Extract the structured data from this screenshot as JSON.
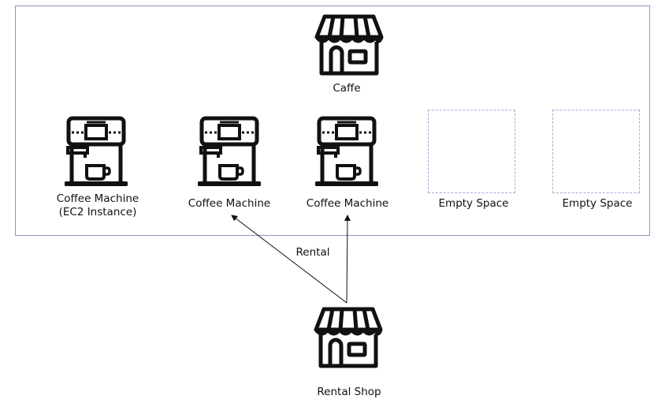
{
  "cafe": {
    "label": "Caffe"
  },
  "machines": [
    {
      "line1": "Coffee Machine",
      "line2": "(EC2 Instance)"
    },
    {
      "line1": "Coffee Machine"
    },
    {
      "line1": "Coffee Machine"
    }
  ],
  "empty_spaces": [
    {
      "label": "Empty Space"
    },
    {
      "label": "Empty Space"
    }
  ],
  "edge": {
    "label": "Rental"
  },
  "rental_shop": {
    "label": "Rental Shop"
  }
}
